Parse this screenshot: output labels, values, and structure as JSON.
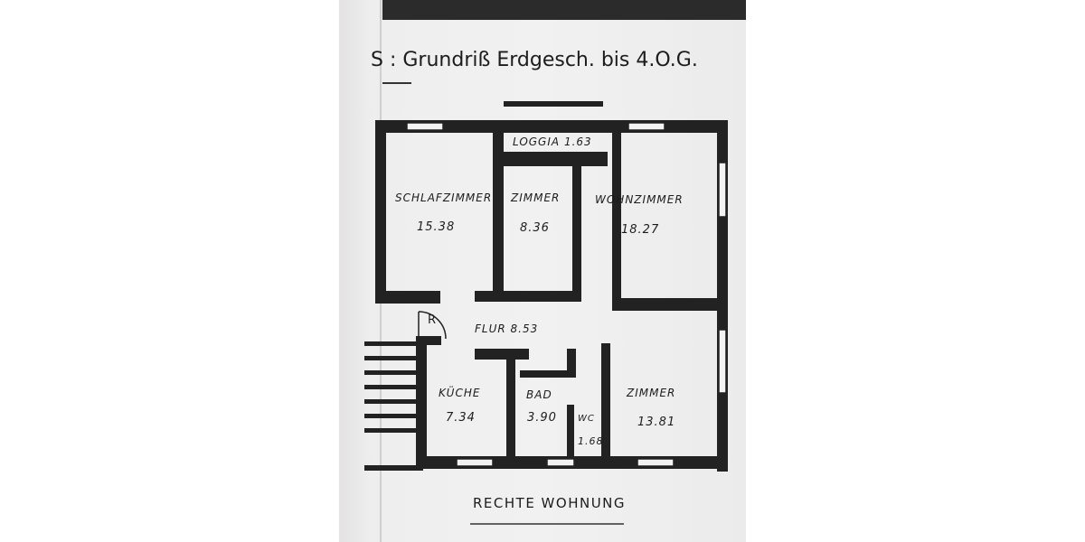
{
  "document": {
    "title": "Grundriß Erdgesch. bis 4.O.G.",
    "title_prefix": "S :",
    "caption": "RECHTE WOHNUNG"
  },
  "rooms": [
    {
      "id": "loggia",
      "label": "LOGGIA",
      "area": "1.63"
    },
    {
      "id": "schlafzimmer",
      "label": "SCHLAFZIMMER",
      "area": "15.38"
    },
    {
      "id": "zimmer-1",
      "label": "ZIMMER",
      "area": "8.36"
    },
    {
      "id": "wohnzimmer",
      "label": "WOHNZIMMER",
      "area": "18.27"
    },
    {
      "id": "flur",
      "label": "FLUR",
      "area": "8.53"
    },
    {
      "id": "kueche",
      "label": "KÜCHE",
      "area": "7.34"
    },
    {
      "id": "bad",
      "label": "BAD",
      "area": "3.90"
    },
    {
      "id": "wc",
      "label": "WC",
      "area": "1.68"
    },
    {
      "id": "zimmer-2",
      "label": "ZIMMER",
      "area": "13.81"
    }
  ],
  "markers": {
    "refrigerator": "R"
  }
}
